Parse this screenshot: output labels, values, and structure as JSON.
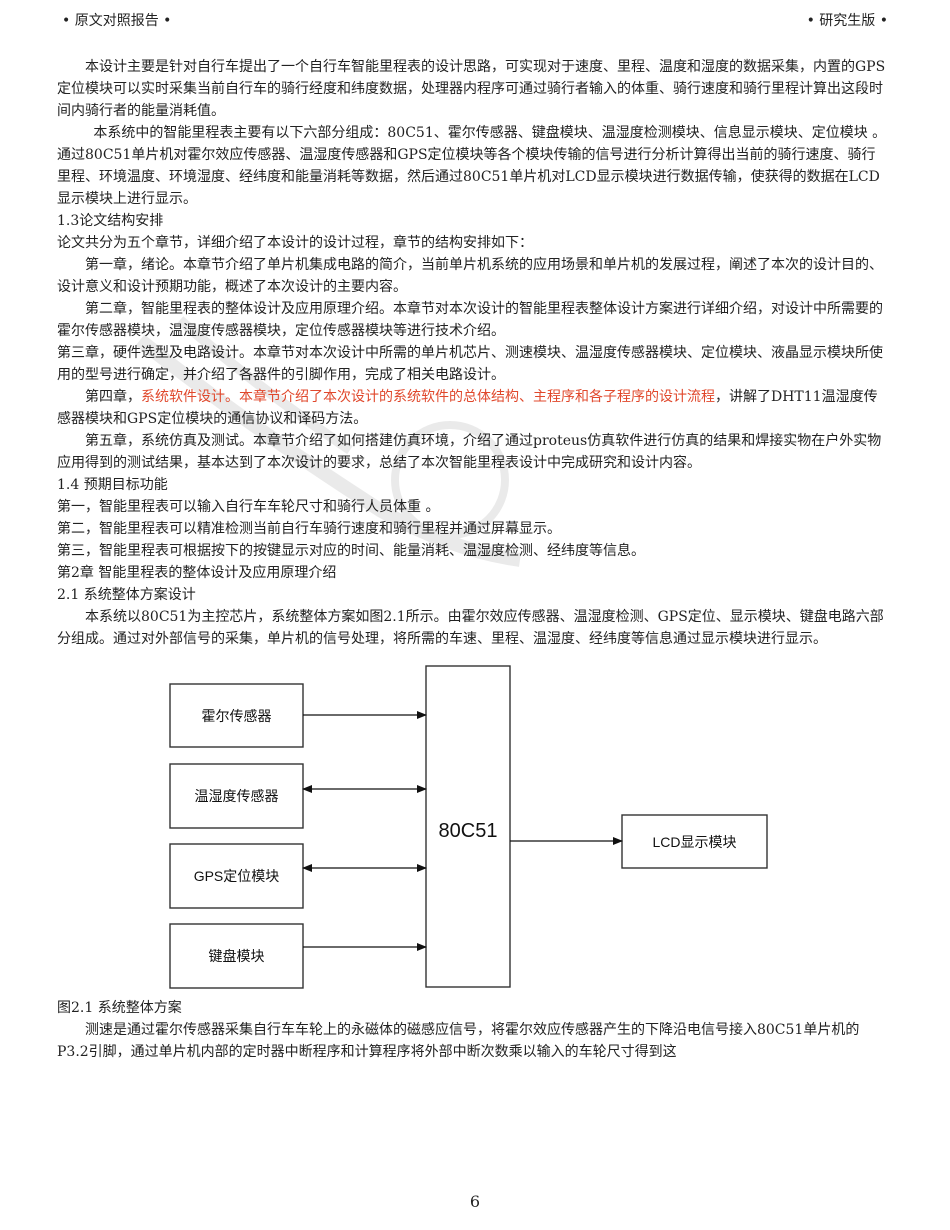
{
  "header": {
    "left": "• 原文对照报告 •",
    "right": "• 研究生版 •"
  },
  "paragraphs_top": [
    "本设计主要是针对自行车提出了一个自行车智能里程表的设计思路，可实现对于速度、里程、温度和湿度的数据采集，内置的GPS定位模块可以实时采集当前自行车的骑行经度和纬度数据，处理器内程序可通过骑行者输入的体重、骑行速度和骑行里程计算出这段时间内骑行者的能量消耗值。",
    "本系统中的智能里程表主要有以下六部分组成：80C51、霍尔传感器、键盘模块、温湿度检测模块、信息显示模块、定位模块 。通过80C51单片机对霍尔效应传感器、温湿度传感器和GPS定位模块等各个模块传输的信号进行分析计算得出当前的骑行速度、骑行里程、环境温度、环境湿度、经纬度和能量消耗等数据，然后通过80C51单片机对LCD显示模块进行数据传输，使获得的数据在LCD显示模块上进行显示。"
  ],
  "section_13": "1.3论文结构安排",
  "intro_13": "论文共分为五个章节，详细介绍了本设计的设计过程，章节的结构安排如下：",
  "ch1": "第一章，绪论。本章节介绍了单片机集成电路的简介，当前单片机系统的应用场景和单片机的发展过程，阐述了本次的设计目的、设计意义和设计预期功能，概述了本次设计的主要内容。",
  "ch2": "第二章，智能里程表的整体设计及应用原理介绍。本章节对本次设计的智能里程表整体设计方案进行详细介绍，对设计中所需要的霍尔传感器模块，温湿度传感器模块，定位传感器模块等进行技术介绍。",
  "ch3": "第三章，硬件选型及电路设计。本章节对本次设计中所需的单片机芯片、测速模块、温湿度传感器模块、定位模块、液晶显示模块所使用的型号进行确定，并介绍了各器件的引脚作用，完成了相关电路设计。",
  "ch4": {
    "prefix": "第四章，",
    "red": "系统软件设计。本章节介绍了本次设计的系统软件的总体结构、主程序和各子程序的设计流程",
    "suffix": "，讲解了DHT11温湿度传感器模块和GPS定位模块的通信协议和译码方法。"
  },
  "ch5": "第五章，系统仿真及测试。本章节介绍了如何搭建仿真环境，介绍了通过proteus仿真软件进行仿真的结果和焊接实物在户外实物应用得到的测试结果，基本达到了本次设计的要求，总结了本次智能里程表设计中完成研究和设计内容。",
  "section_14": "1.4 预期目标功能",
  "goals": [
    "第一，智能里程表可以输入自行车车轮尺寸和骑行人员体重 。",
    "第二，智能里程表可以精准检测当前自行车骑行速度和骑行里程并通过屏幕显示。",
    "第三，智能里程表可根据按下的按键显示对应的时间、能量消耗、温湿度检测、经纬度等信息。"
  ],
  "chapter2_title": "第2章 智能里程表的整体设计及应用原理介绍",
  "section_21": "2.1 系统整体方案设计",
  "para_21": "本系统以80C51为主控芯片，系统整体方案如图2.1所示。由霍尔效应传感器、温湿度检测、GPS定位、显示模块、键盘电路六部分组成。通过对外部信号的采集，单片机的信号处理，将所需的车速、里程、温湿度、经纬度等信息通过显示模块进行显示。",
  "diagram": {
    "hall": "霍尔传感器",
    "temp": "温湿度传感器",
    "gps": "GPS定位模块",
    "keypad": "键盘模块",
    "mcu": "80C51",
    "lcd": "LCD显示模块"
  },
  "figure_caption": "图2.1 系统整体方案",
  "para_after": "测速是通过霍尔传感器采集自行车车轮上的永磁体的磁感应信号，将霍尔效应传感器产生的下降沿电信号接入80C51单片机的P3.2引脚，通过单片机内部的定时器中断程序和计算程序将外部中断次数乘以输入的车轮尺寸得到这",
  "page_number": "6"
}
